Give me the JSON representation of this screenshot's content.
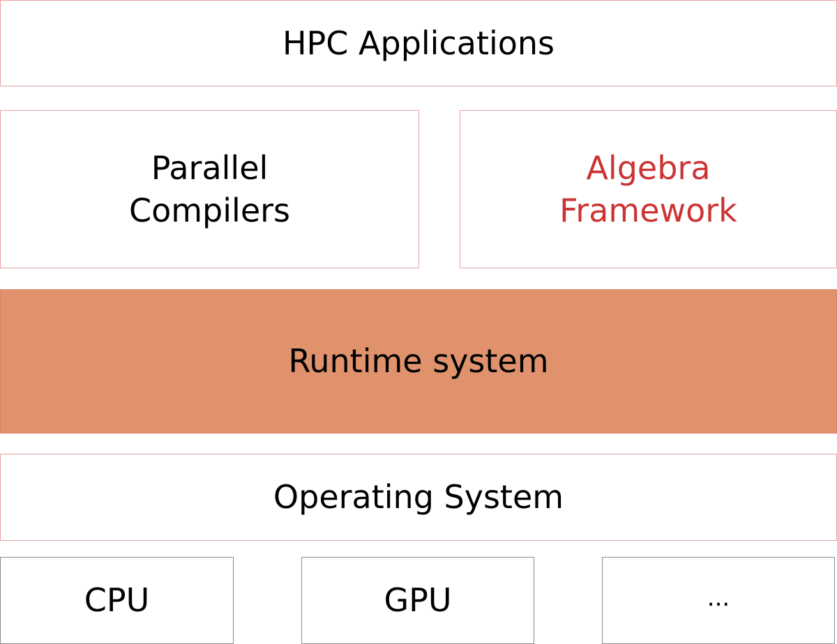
{
  "layers": {
    "applications": {
      "label": "HPC Applications"
    },
    "compilers": {
      "label_line1": "Parallel",
      "label_line2": "Compilers"
    },
    "algebra": {
      "label_line1": "Algebra",
      "label_line2": "Framework",
      "text_color": "#cc3333"
    },
    "runtime": {
      "label": "Runtime system",
      "fill_color": "#df926c"
    },
    "os": {
      "label": "Operating System"
    }
  },
  "hardware": {
    "cpu": {
      "label": "CPU"
    },
    "gpu": {
      "label": "GPU"
    },
    "more": {
      "label": "..."
    }
  }
}
